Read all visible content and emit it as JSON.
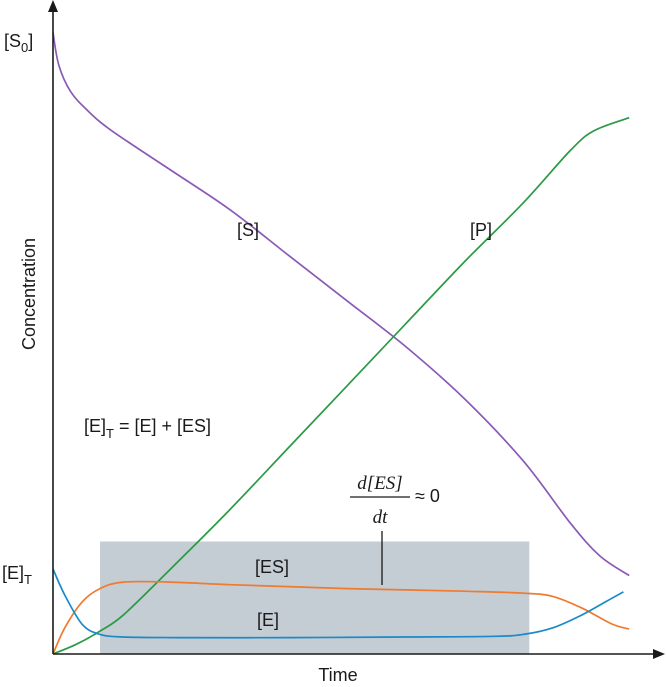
{
  "chart_data": {
    "type": "line",
    "xlabel": "Time",
    "ylabel": "Concentration",
    "xlim": [
      0,
      100
    ],
    "ylim": [
      0,
      100
    ],
    "y_tick_labels": [
      {
        "label_main": "[S",
        "label_sub": "0",
        "label_tail": "]",
        "y": 95
      },
      {
        "label_main": "[E]",
        "label_sub": "T",
        "label_tail": "",
        "y": 13.2
      }
    ],
    "series": [
      {
        "name": "[S]",
        "color": "#8a5ab5",
        "points": [
          [
            0,
            95
          ],
          [
            1,
            90
          ],
          [
            3,
            86
          ],
          [
            6,
            83
          ],
          [
            10,
            80
          ],
          [
            20,
            74
          ],
          [
            30,
            68
          ],
          [
            40,
            61
          ],
          [
            50,
            54
          ],
          [
            60,
            47
          ],
          [
            70,
            39
          ],
          [
            80,
            29.5
          ],
          [
            88,
            20
          ],
          [
            93,
            15
          ],
          [
            98,
            12
          ]
        ]
      },
      {
        "name": "[P]",
        "color": "#2a9a45",
        "points": [
          [
            0,
            0
          ],
          [
            4,
            1.5
          ],
          [
            8,
            3.5
          ],
          [
            12,
            6
          ],
          [
            20,
            13
          ],
          [
            30,
            22
          ],
          [
            40,
            31.5
          ],
          [
            50,
            41
          ],
          [
            60,
            50.5
          ],
          [
            70,
            60
          ],
          [
            80,
            69
          ],
          [
            88,
            77
          ],
          [
            92,
            80
          ],
          [
            98,
            82
          ]
        ]
      },
      {
        "name": "[ES]",
        "color": "#f07a2e",
        "points": [
          [
            0,
            0
          ],
          [
            2,
            4
          ],
          [
            5,
            8
          ],
          [
            8,
            10
          ],
          [
            12,
            11
          ],
          [
            20,
            11
          ],
          [
            30,
            10.6
          ],
          [
            40,
            10.3
          ],
          [
            50,
            10
          ],
          [
            60,
            9.8
          ],
          [
            70,
            9.6
          ],
          [
            80,
            9.3
          ],
          [
            85,
            8.8
          ],
          [
            90,
            7
          ],
          [
            95,
            4.6
          ],
          [
            98,
            3.8
          ]
        ]
      },
      {
        "name": "[E]",
        "color": "#1a8ac8",
        "points": [
          [
            0,
            13
          ],
          [
            2,
            9
          ],
          [
            5,
            4.5
          ],
          [
            8,
            3
          ],
          [
            12,
            2.6
          ],
          [
            20,
            2.5
          ],
          [
            40,
            2.5
          ],
          [
            60,
            2.6
          ],
          [
            75,
            2.7
          ],
          [
            80,
            3
          ],
          [
            85,
            4
          ],
          [
            90,
            6
          ],
          [
            94,
            8
          ],
          [
            97,
            9.5
          ]
        ]
      }
    ],
    "steady_state_region": {
      "x": [
        8,
        81
      ],
      "y": [
        0,
        17.2
      ]
    },
    "annotations": {
      "enzyme_conservation": "[E]T = [E] + [ES]",
      "steady_state": "d[ES]/dt ≈ 0"
    }
  },
  "labels": {
    "e_total_main": "[E]",
    "e_total_sub": "T",
    "e_total_tail": " = [E] + [ES]",
    "d_es": "d[ES]",
    "dt": "dt",
    "approx_zero": "≈ 0"
  }
}
